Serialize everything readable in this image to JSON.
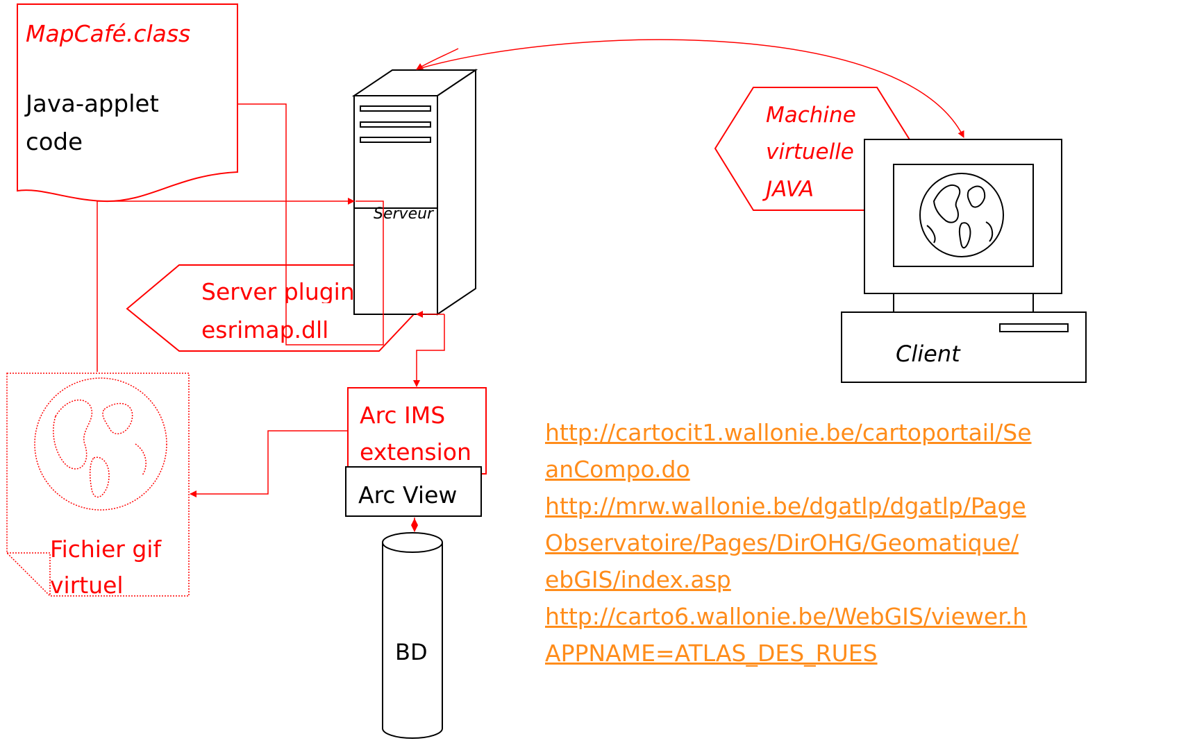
{
  "applet": {
    "title": "MapCafé.class",
    "line1": "Java-applet",
    "line2": "code"
  },
  "server": {
    "label": "Serveur"
  },
  "plugin": {
    "line1": "Server plugin",
    "line2": "esrimap.dll"
  },
  "jvm": {
    "line1": "Machine",
    "line2": "virtuelle",
    "line3": "JAVA"
  },
  "client": {
    "label": "Client"
  },
  "arcims": {
    "line1": "Arc IMS",
    "line2": "extension"
  },
  "arcview": {
    "label": "Arc View"
  },
  "db": {
    "label": "BD"
  },
  "gif": {
    "line1": "Fichier gif",
    "line2": "virtuel"
  },
  "links": [
    "http://cartocit1.wallonie.be/cartoportail/Se",
    "anCompo.do",
    "http://mrw.wallonie.be/dgatlp/dgatlp/Page",
    "Observatoire/Pages/DirOHG/Geomatique/",
    "ebGIS/index.asp",
    "http://carto6.wallonie.be/WebGIS/viewer.h",
    "APPNAME=ATLAS_DES_RUES"
  ],
  "colors": {
    "accent": "#ff0000",
    "link": "#ff8c1a",
    "stroke": "#000000"
  }
}
